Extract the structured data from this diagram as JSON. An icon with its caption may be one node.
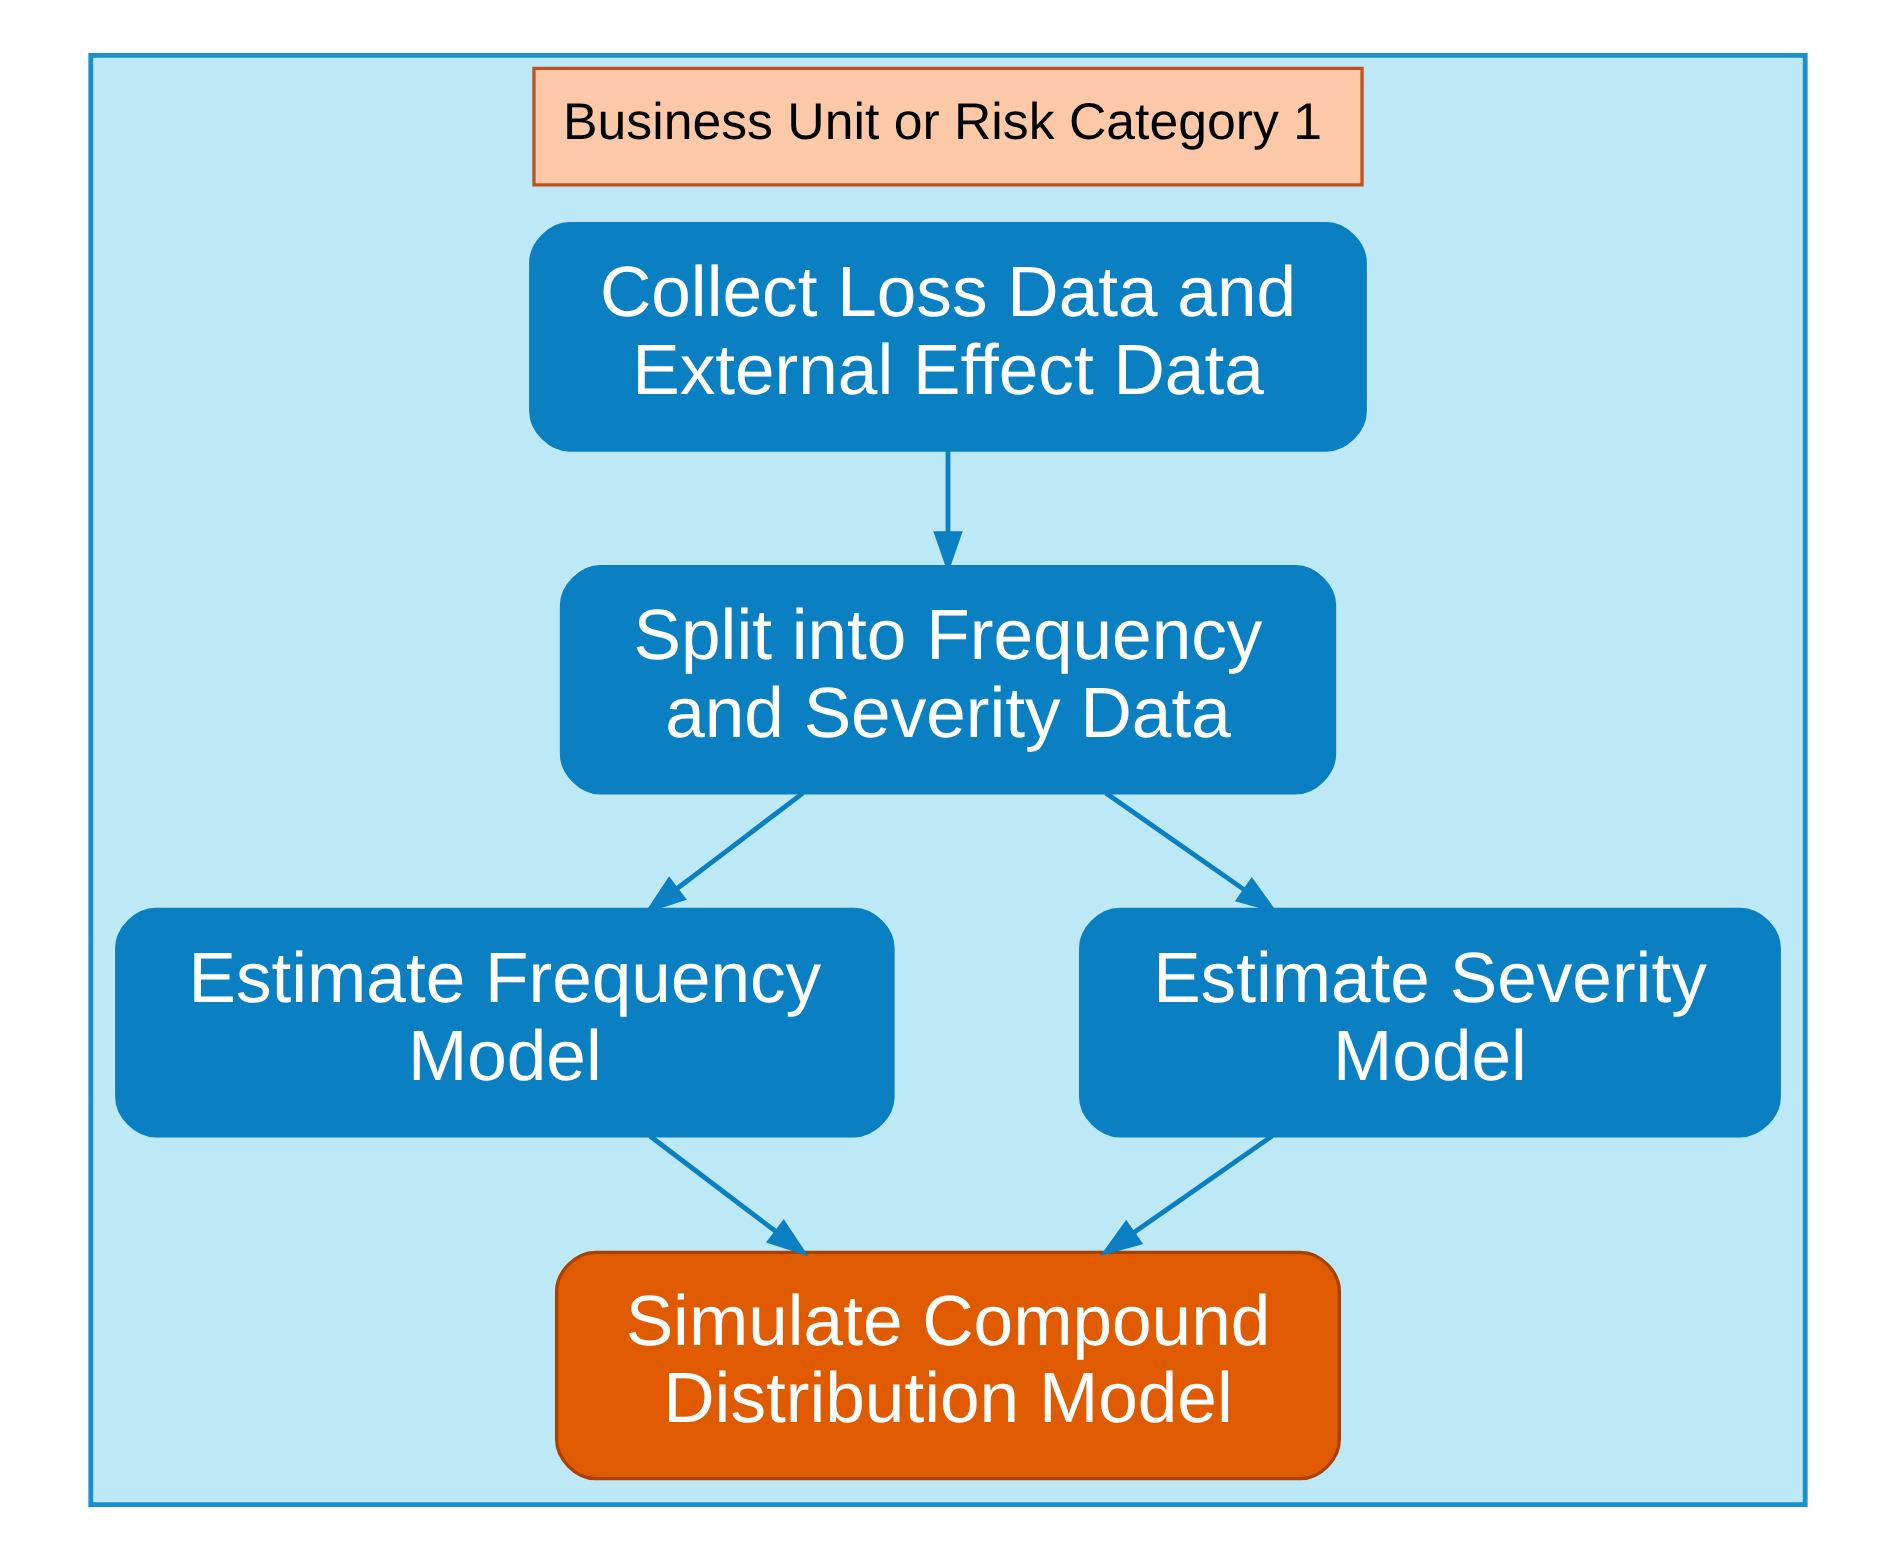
{
  "diagram": {
    "nodes": [
      {
        "text": [
          "Business Unit or Risk Category 1"
        ]
      },
      {
        "text": [
          "Collect Loss Data and External Effect Data"
        ],
        "in": 0
      },
      {
        "text": [
          "Split into Frequency and Severity Data"
        ],
        "in": 0
      },
      {
        "text": [
          "Estimate Frequency Model"
        ],
        "in": 0
      },
      {
        "text": [
          "Estimate Severity Model"
        ],
        "in": 0
      },
      {
        "text": [
          "Simulate Compound Distribution Model"
        ],
        "in": 0
      }
    ],
    "edges": [
      {
        "from": 1,
        "to": 2,
        "arrow": "to"
      },
      {
        "from": 2,
        "to": 3,
        "arrow": "to"
      },
      {
        "from": 2,
        "to": 4,
        "arrow": "to"
      },
      {
        "from": 3,
        "to": 5,
        "arrow": "to"
      },
      {
        "from": 4,
        "to": 5,
        "arrow": "to"
      }
    ]
  }
}
